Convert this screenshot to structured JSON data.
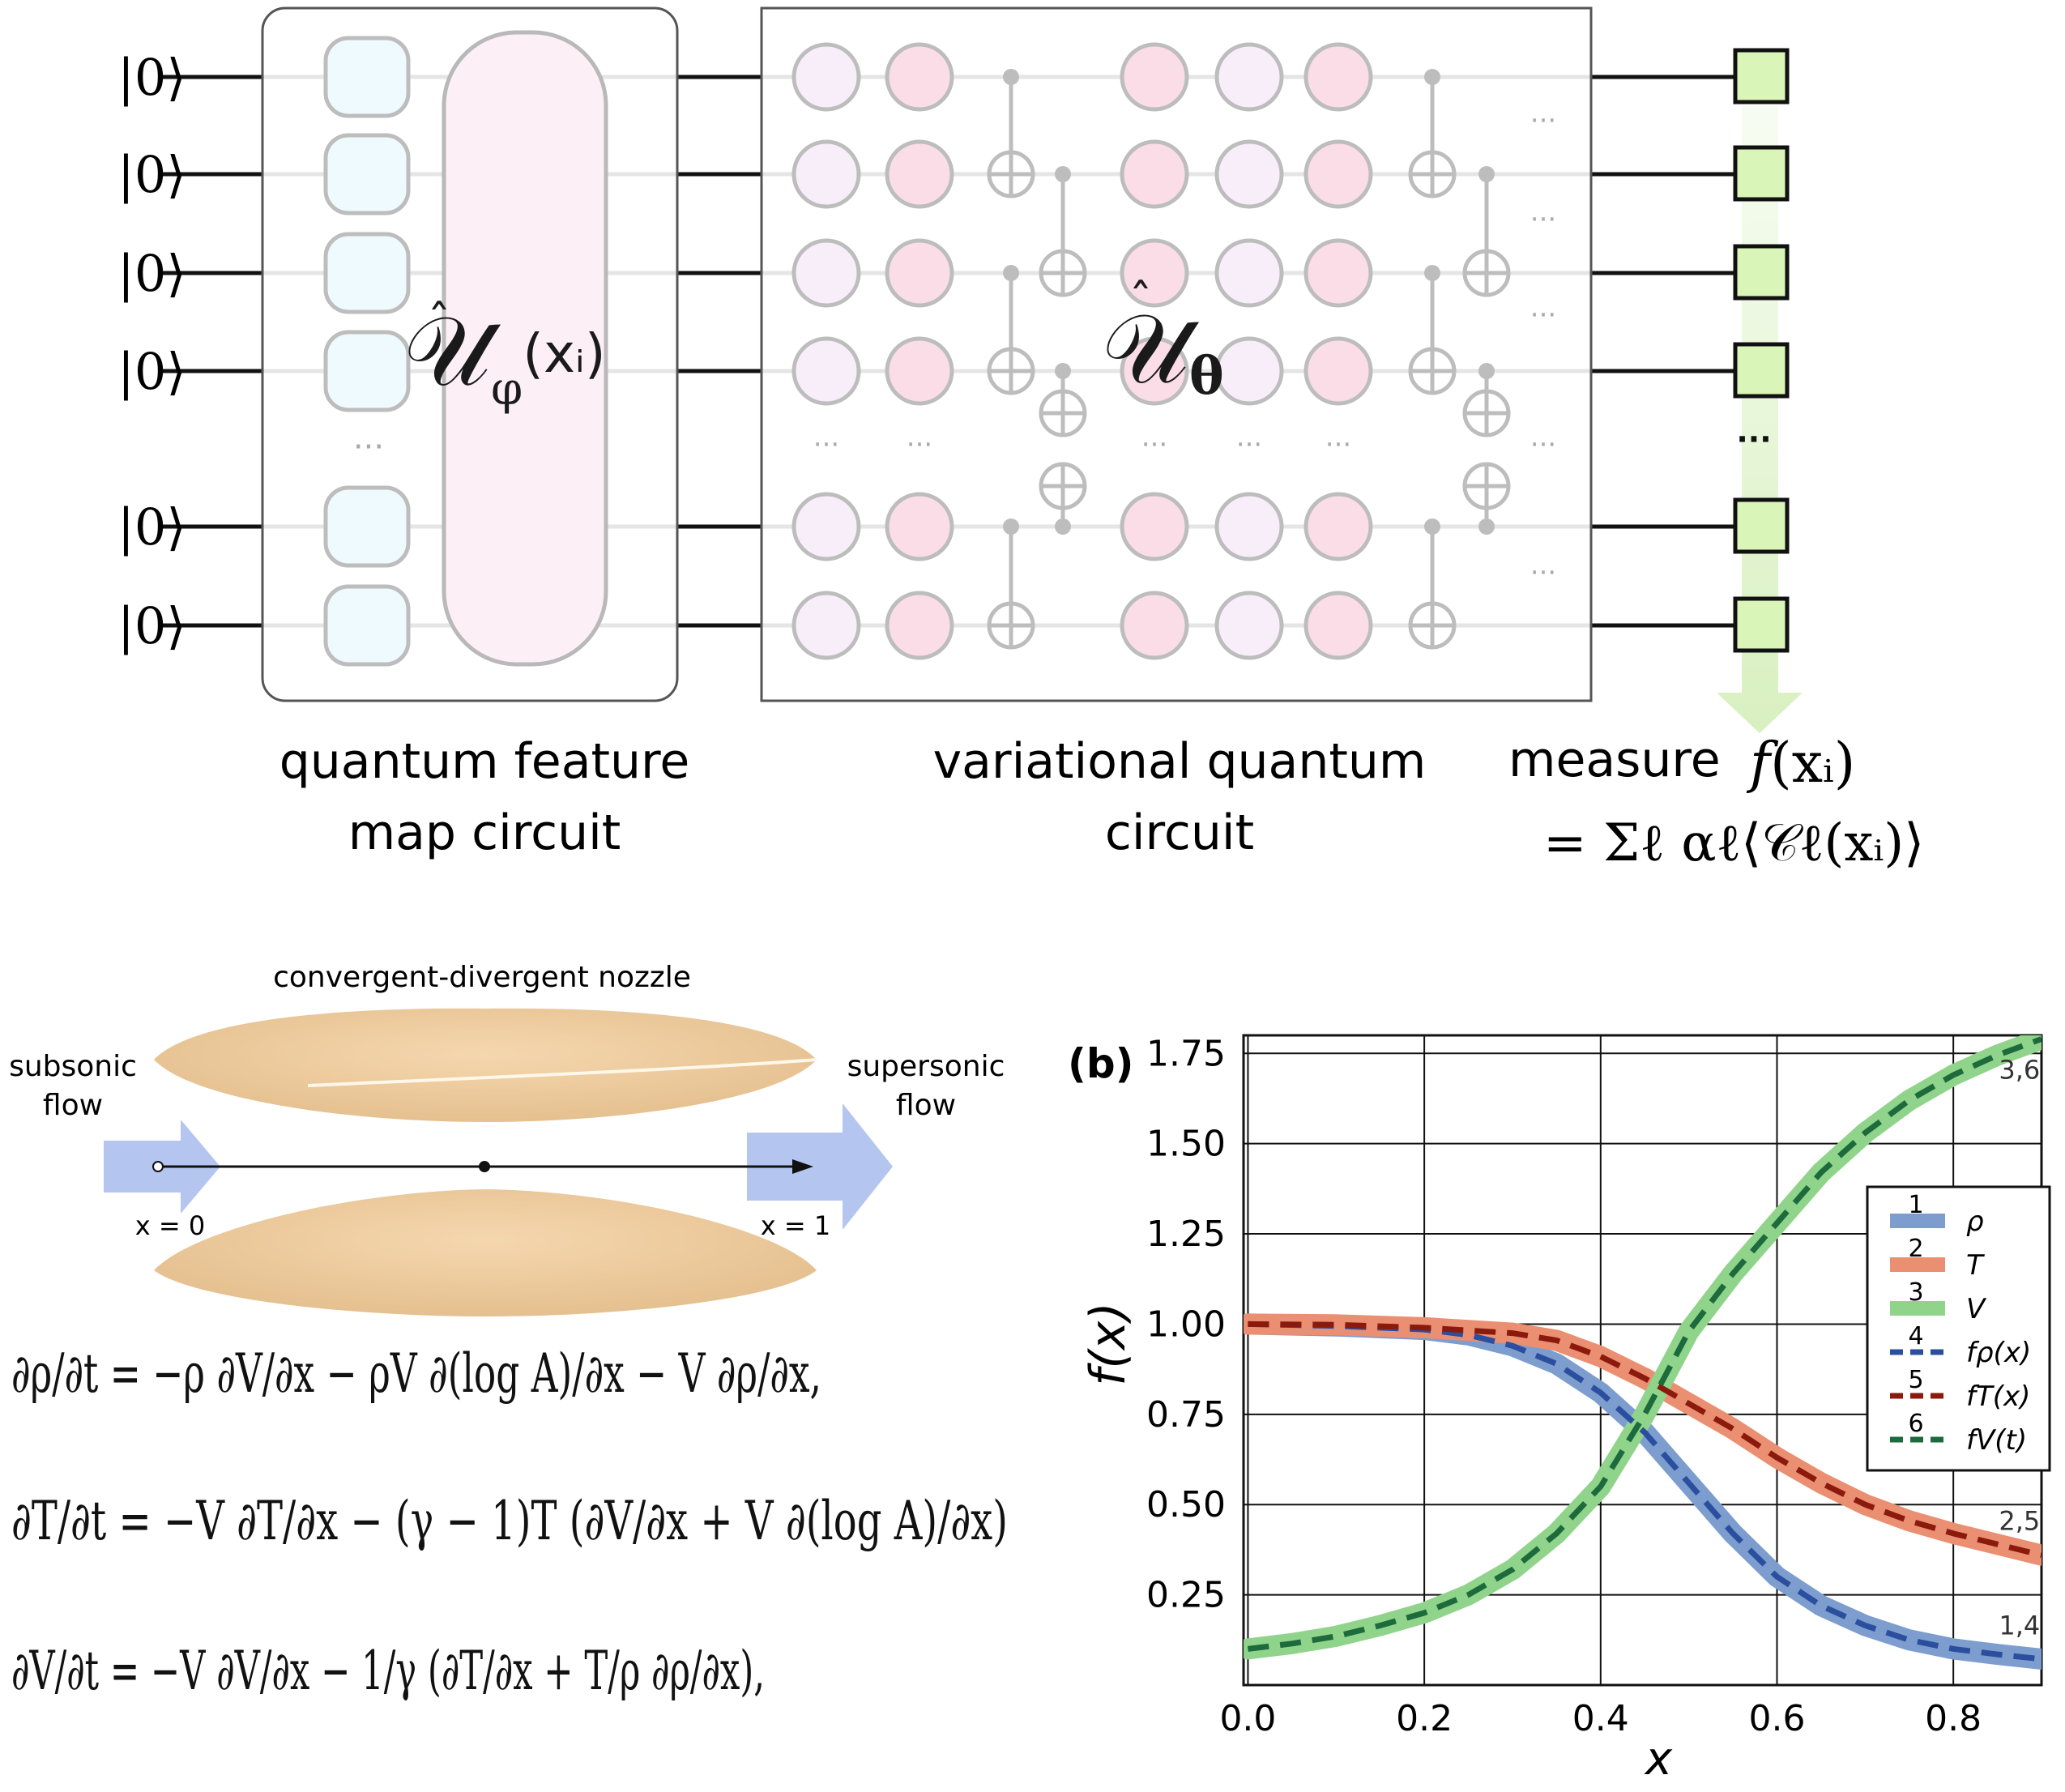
{
  "circuit": {
    "ket": "|0⟩",
    "ellipsis": "···",
    "feature_map": {
      "symbol": "𝒰",
      "subscript": "φ",
      "argument": "(xᵢ)",
      "caption_line1": "quantum feature",
      "caption_line2": "map circuit"
    },
    "variational": {
      "symbol": "𝒰",
      "subscript": "θ",
      "caption_line1": "variational quantum",
      "caption_line2": "circuit"
    },
    "measure": {
      "word": "measure",
      "function": "𝑓(xᵢ)",
      "expansion": "= Σℓ αℓ⟨𝒞ℓ(xᵢ)⟩"
    }
  },
  "nozzle": {
    "title": "convergent-divergent nozzle",
    "inlet_label_1": "subsonic",
    "inlet_label_2": "flow",
    "outlet_label_1": "supersonic",
    "outlet_label_2": "flow",
    "x0_label": "x = 0",
    "x1_label": "x = 1"
  },
  "equations": {
    "eq1": "∂ρ/∂t = −ρ ∂V/∂x − ρV ∂(log A)/∂x − V ∂ρ/∂x,",
    "eq2": "∂T/∂t = −V ∂T/∂x − (γ − 1)T (∂V/∂x + V ∂(log A)/∂x)",
    "eq3": "∂V/∂t = −V ∂V/∂x − 1/γ (∂T/∂x + T/ρ ∂ρ/∂x),"
  },
  "chart_data": {
    "type": "line",
    "panel_label": "(b)",
    "xlabel": "x",
    "ylabel": "f(x)",
    "xlim": [
      -0.005,
      0.9
    ],
    "ylim": [
      0.0,
      1.8
    ],
    "xticks": [
      "0.0",
      "0.2",
      "0.4",
      "0.6",
      "0.8"
    ],
    "yticks": [
      "0.25",
      "0.50",
      "0.75",
      "1.00",
      "1.25",
      "1.50",
      "1.75"
    ],
    "grid": true,
    "legend_position": "right",
    "series": [
      {
        "key": "1",
        "name": "ρ",
        "style": "solid-thick",
        "color": "#7c9dce",
        "x": [
          0.0,
          0.1,
          0.2,
          0.25,
          0.3,
          0.35,
          0.4,
          0.45,
          0.5,
          0.55,
          0.6,
          0.65,
          0.7,
          0.75,
          0.8,
          0.85,
          0.9
        ],
        "y": [
          1.0,
          0.995,
          0.985,
          0.97,
          0.94,
          0.89,
          0.81,
          0.7,
          0.56,
          0.42,
          0.3,
          0.22,
          0.165,
          0.125,
          0.1,
          0.085,
          0.072
        ]
      },
      {
        "key": "2",
        "name": "T",
        "style": "solid-thick",
        "color": "#ea8f72",
        "x": [
          0.0,
          0.1,
          0.2,
          0.3,
          0.35,
          0.4,
          0.45,
          0.5,
          0.55,
          0.6,
          0.65,
          0.7,
          0.75,
          0.8,
          0.85,
          0.9
        ],
        "y": [
          1.0,
          0.998,
          0.99,
          0.975,
          0.955,
          0.91,
          0.85,
          0.78,
          0.71,
          0.63,
          0.56,
          0.5,
          0.455,
          0.42,
          0.39,
          0.36
        ]
      },
      {
        "key": "3",
        "name": "V",
        "style": "solid-thick",
        "color": "#8fd48a",
        "x": [
          0.0,
          0.05,
          0.1,
          0.15,
          0.2,
          0.25,
          0.3,
          0.35,
          0.4,
          0.45,
          0.5,
          0.55,
          0.6,
          0.65,
          0.7,
          0.75,
          0.8,
          0.85,
          0.9
        ],
        "y": [
          0.1,
          0.115,
          0.135,
          0.165,
          0.2,
          0.25,
          0.32,
          0.42,
          0.55,
          0.75,
          0.98,
          1.14,
          1.28,
          1.42,
          1.53,
          1.62,
          1.69,
          1.745,
          1.79
        ]
      },
      {
        "key": "4",
        "name": "fρ(x)",
        "style": "dashed",
        "color": "#2b4f9e",
        "follows": "1"
      },
      {
        "key": "5",
        "name": "fT(x)",
        "style": "dashed",
        "color": "#8b1a0c",
        "follows": "2"
      },
      {
        "key": "6",
        "name": "fV(t)",
        "style": "dashed",
        "color": "#1d6b3c",
        "follows": "3"
      }
    ],
    "annotations": [
      {
        "text": "3,6",
        "x": 0.875,
        "y": 1.68
      },
      {
        "text": "2,5",
        "x": 0.875,
        "y": 0.43
      },
      {
        "text": "1,4",
        "x": 0.875,
        "y": 0.14
      }
    ]
  }
}
